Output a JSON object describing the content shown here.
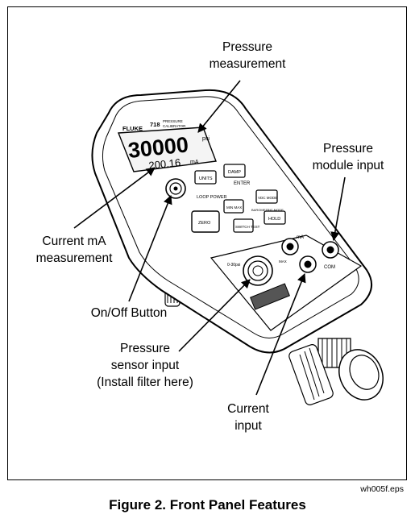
{
  "labels": {
    "pressure_measurement": "Pressure\nmeasurement",
    "pressure_module_input": "Pressure\nmodule input",
    "current_ma_measurement": "Current mA\nmeasurement",
    "on_off_button": "On/Off Button",
    "pressure_sensor_input": "Pressure\nsensor input\n(Install filter here)",
    "current_input": "Current\ninput"
  },
  "device": {
    "brand": "FLUKE",
    "model": "718",
    "subtitle_line1": "PRESSURE",
    "subtitle_line2": "CALIBRATOR",
    "display_main": "30000",
    "display_unit_main": "psi",
    "display_secondary": "200.16",
    "display_unit_secondary": "mA",
    "buttons": {
      "units": "UNITS",
      "damp": "DAMP",
      "enter": "ENTER",
      "loop_power": "LOOP POWER",
      "zero": "ZERO",
      "min_max": "MIN MAX",
      "vdc_mode": "VDC MODE",
      "barometric_mode": "BAROMETRIC MODE",
      "hold": "HOLD",
      "switch_test": "SWITCH TEST"
    },
    "jacks": {
      "ma": "mA",
      "com": "COM",
      "max": "MAX"
    },
    "sensor_range": "0-30psi"
  },
  "file_label": "wh005f.eps",
  "caption": "Figure 2. Front Panel Features"
}
